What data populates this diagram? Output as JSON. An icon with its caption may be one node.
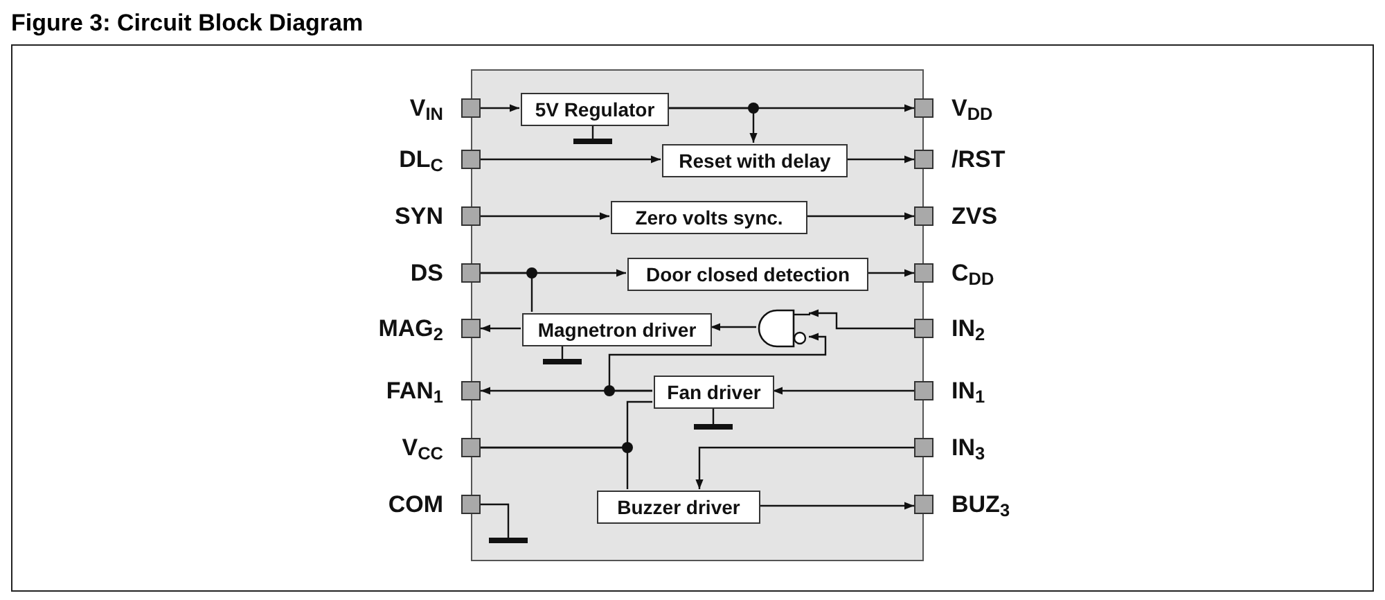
{
  "diagram": {
    "title": "Figure 3: Circuit Block Diagram",
    "nodes": [
      {
        "text": [],
        "shape": "box"
      },
      {
        "text": [
          "V$_{IN}$"
        ]
      },
      {
        "text": [
          "DL$_{C}$"
        ]
      },
      {
        "text": [
          "SYN"
        ]
      },
      {
        "text": [
          "DS"
        ]
      },
      {
        "text": [
          "MAG$_{2}$"
        ]
      },
      {
        "text": [
          "FAN$_{1}$"
        ]
      },
      {
        "text": [
          "V$_{CC}$"
        ]
      },
      {
        "text": [
          "COM"
        ]
      },
      {
        "text": [
          "V$_{DD}$"
        ]
      },
      {
        "text": [
          "/RST"
        ]
      },
      {
        "text": [
          "ZVS"
        ]
      },
      {
        "text": [
          "C$_{DD}$"
        ]
      },
      {
        "text": [
          "IN$_{2}$"
        ]
      },
      {
        "text": [
          "IN$_{1}$"
        ]
      },
      {
        "text": [
          "IN$_{3}$"
        ]
      },
      {
        "text": [
          "BUZ$_{3}$"
        ]
      },
      {
        "text": [
          "5V Regulator"
        ],
        "in": 0
      },
      {
        "text": [
          "Reset with delay"
        ],
        "in": 0
      },
      {
        "text": [
          "Zero volts sync."
        ],
        "in": 0
      },
      {
        "text": [
          "Door closed detection"
        ],
        "in": 0
      },
      {
        "text": [
          "Magnetron driver"
        ],
        "in": 0
      },
      {
        "text": [
          "Fan driver"
        ],
        "in": 0
      },
      {
        "text": [
          "Buzzer driver"
        ],
        "in": 0
      },
      {
        "text": [],
        "shape": "gate",
        "in": 0
      }
    ],
    "edges": [
      {
        "from": 1,
        "to": 17,
        "arrow": "to"
      },
      {
        "from": 17,
        "to": 9,
        "arrow": "to"
      },
      {
        "from": 17,
        "to": 18,
        "arrow": "to"
      },
      {
        "from": 2,
        "to": 18,
        "arrow": "to"
      },
      {
        "from": 18,
        "to": 10,
        "arrow": "to"
      },
      {
        "from": 3,
        "to": 19,
        "arrow": "to"
      },
      {
        "from": 19,
        "to": 11,
        "arrow": "to"
      },
      {
        "from": 4,
        "to": 20,
        "arrow": "to"
      },
      {
        "from": 20,
        "to": 12,
        "arrow": "to"
      },
      {
        "from": 4,
        "to": 21,
        "arrow": "none"
      },
      {
        "from": 13,
        "to": 24,
        "arrow": "to"
      },
      {
        "from": 22,
        "to": 24,
        "arrow": "to"
      },
      {
        "from": 24,
        "to": 21,
        "arrow": "to"
      },
      {
        "from": 21,
        "to": 5,
        "arrow": "to"
      },
      {
        "from": 14,
        "to": 22,
        "arrow": "to"
      },
      {
        "from": 22,
        "to": 6,
        "arrow": "to"
      },
      {
        "from": 7,
        "to": 22,
        "arrow": "none"
      },
      {
        "from": 7,
        "to": 23,
        "arrow": "none"
      },
      {
        "from": 15,
        "to": 23,
        "arrow": "to"
      },
      {
        "from": 23,
        "to": 16,
        "arrow": "to"
      },
      {
        "from": 8,
        "to": null,
        "arrow": "none"
      }
    ]
  }
}
